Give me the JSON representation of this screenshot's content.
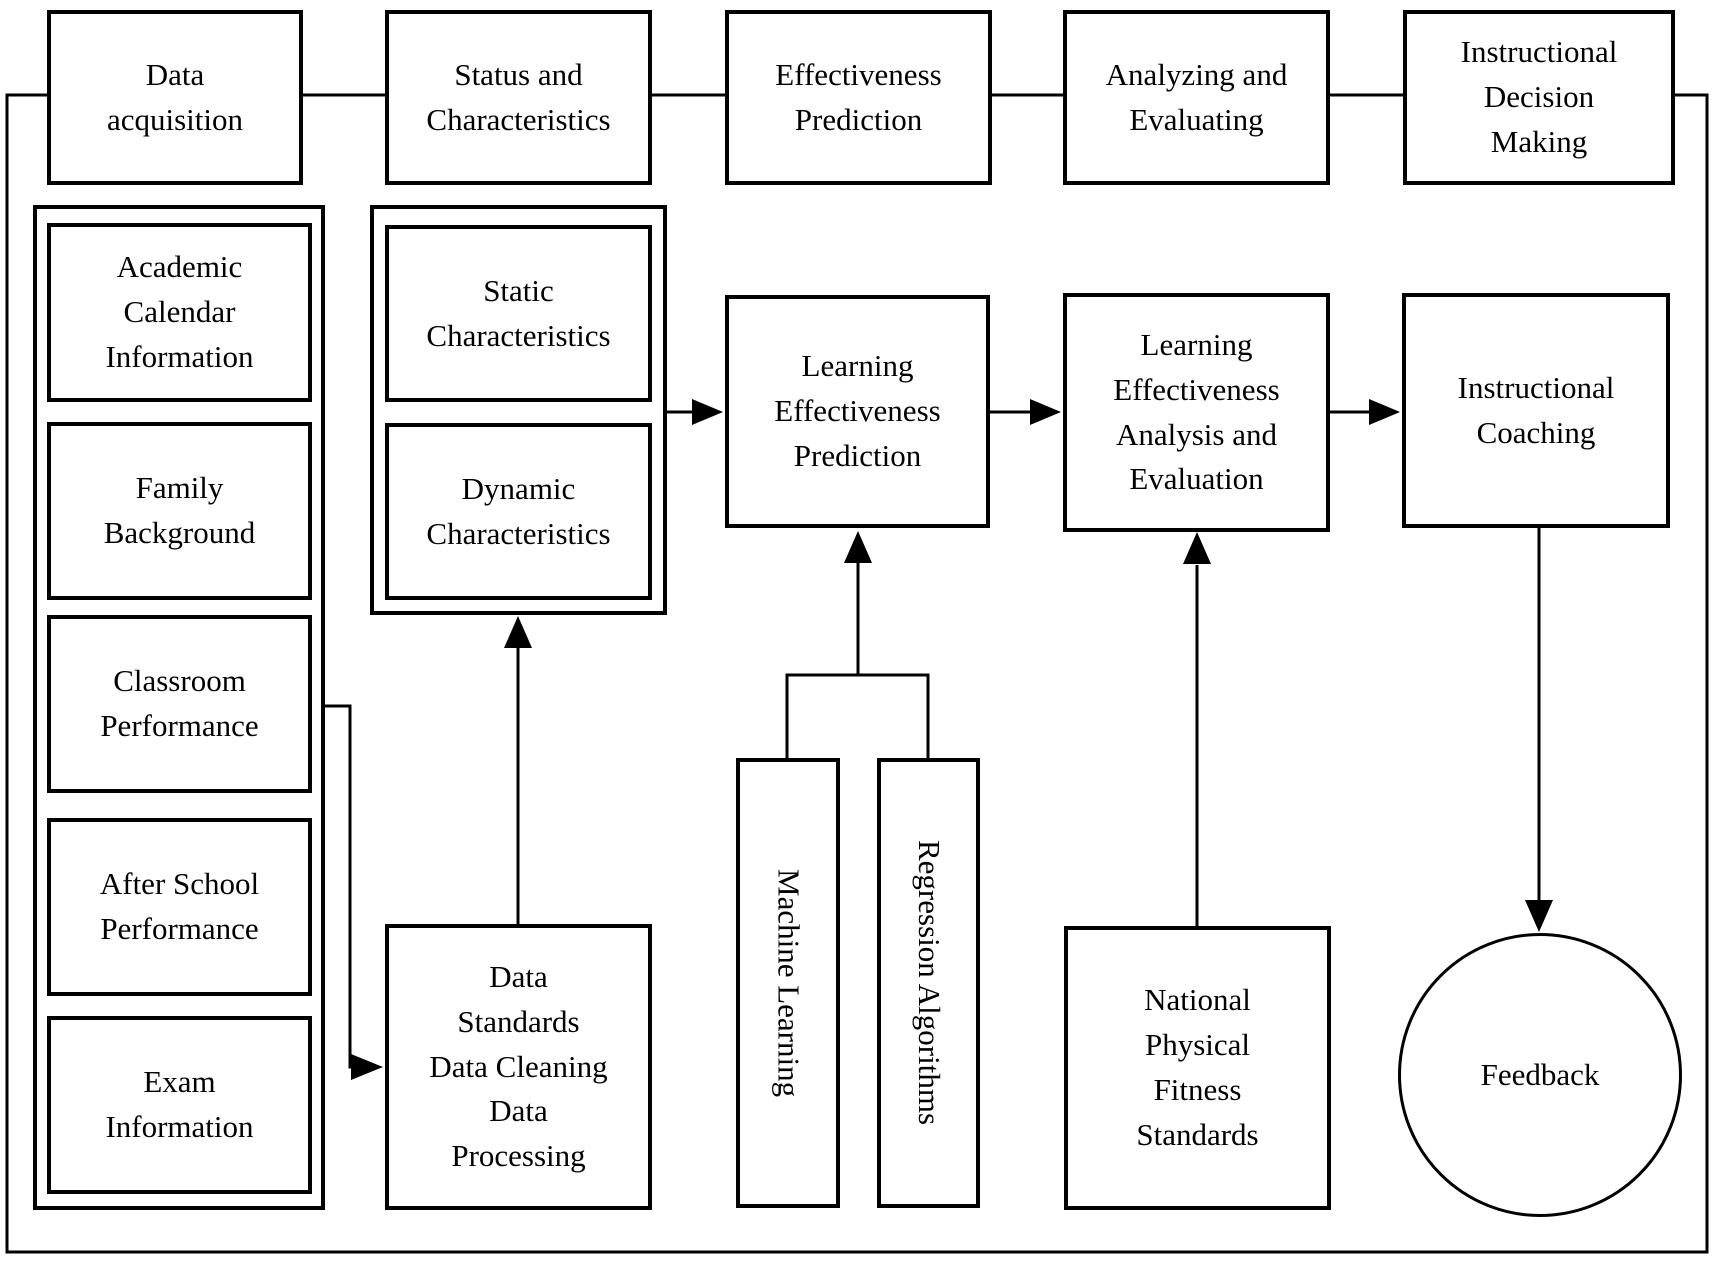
{
  "flowchart": {
    "stage_headers": [
      {
        "id": "data-acquisition",
        "label": "Data\nacquisition"
      },
      {
        "id": "status-and-characteristics",
        "label": "Status and\nCharacteristics"
      },
      {
        "id": "effectiveness-prediction",
        "label": "Effectiveness\nPrediction"
      },
      {
        "id": "analyzing-and-evaluating",
        "label": "Analyzing and\nEvaluating"
      },
      {
        "id": "instructional-decision-making",
        "label": "Instructional\nDecision\nMaking"
      }
    ],
    "data_source_boxes": [
      {
        "label": "Academic\nCalendar\nInformation"
      },
      {
        "label": "Family\nBackground"
      },
      {
        "label": "Classroom\nPerformance"
      },
      {
        "label": "After School\nPerformance"
      },
      {
        "label": "Exam\nInformation"
      }
    ],
    "characteristic_boxes": [
      {
        "label": "Static\nCharacteristics"
      },
      {
        "label": "Dynamic\nCharacteristics"
      }
    ],
    "data_processing_box": {
      "label": "Data\nStandards\nData Cleaning\nData\nProcessing"
    },
    "prediction_box": {
      "label": "Learning\nEffectiveness\nPrediction"
    },
    "algorithm_boxes": [
      {
        "label": "Machine Learning"
      },
      {
        "label": "Regression Algorithms"
      }
    ],
    "analysis_box": {
      "label": "Learning\nEffectiveness\nAnalysis and\nEvaluation"
    },
    "standards_box": {
      "label": "National\nPhysical\nFitness\nStandards"
    },
    "coaching_box": {
      "label": "Instructional\nCoaching"
    },
    "feedback_node": {
      "label": "Feedback"
    },
    "colors": {
      "line": "#000000",
      "fill": "#ffffff",
      "text": "#000000"
    }
  }
}
